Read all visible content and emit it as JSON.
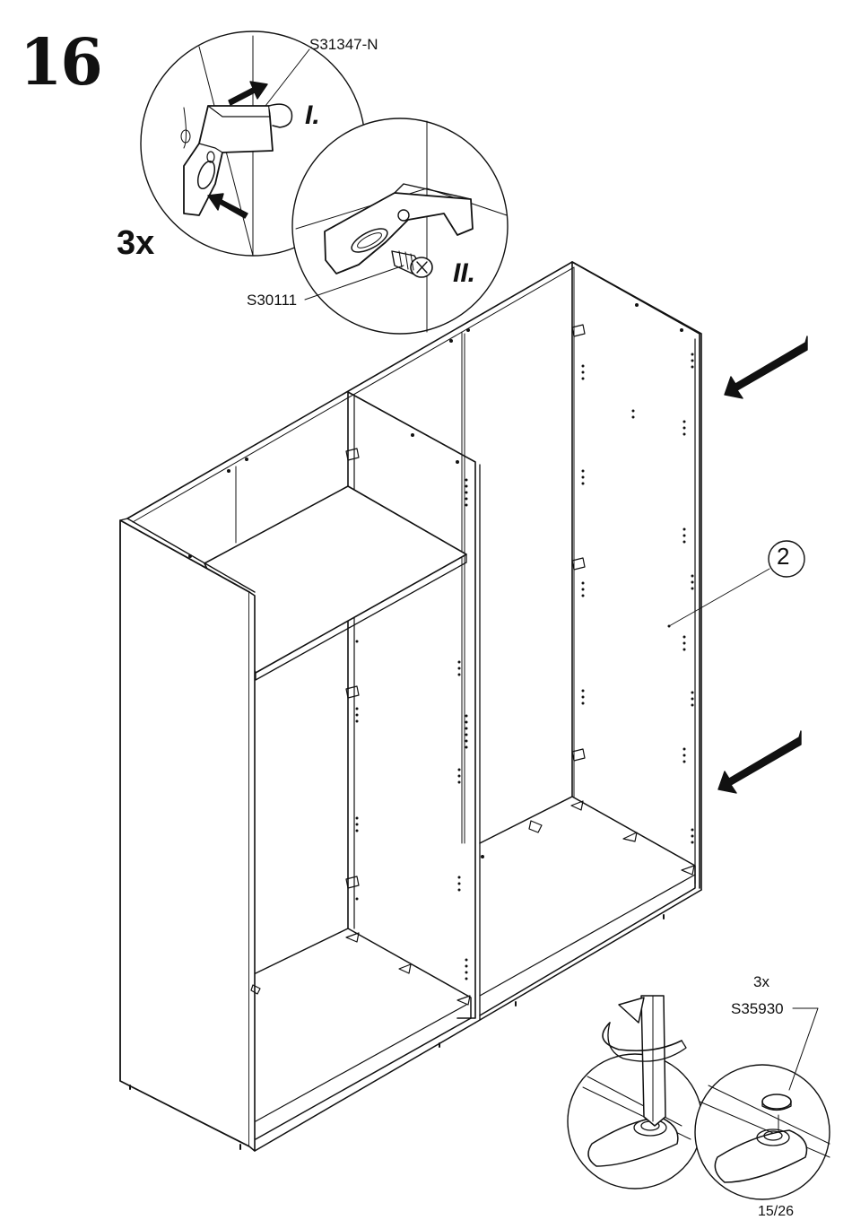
{
  "step_number": "16",
  "top_detail": {
    "quantity": "3x",
    "part_connector": "S31347-N",
    "part_screw": "S30111",
    "step_one": "I.",
    "step_two": "II."
  },
  "main_part_number": "2",
  "foot_detail": {
    "quantity": "3x",
    "part_code": "S35930"
  },
  "page_number": "15/26"
}
